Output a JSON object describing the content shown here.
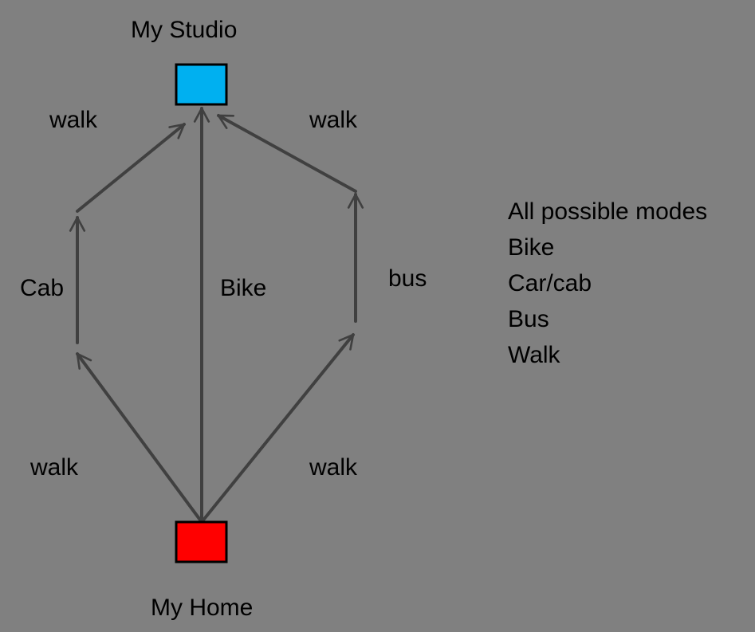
{
  "nodes": {
    "studio": {
      "label": "My Studio",
      "color": "#00B0F0"
    },
    "home": {
      "label": "My Home",
      "color": "#FF0000"
    }
  },
  "edge_labels": {
    "walk_top_left": "walk",
    "walk_top_right": "walk",
    "cab": "Cab",
    "bike": "Bike",
    "bus": "bus",
    "walk_bottom_left": "walk",
    "walk_bottom_right": "walk"
  },
  "modes": {
    "heading": "All possible modes",
    "items": [
      "Bike",
      "Car/cab",
      "Bus",
      "Walk"
    ]
  },
  "colors": {
    "background": "#808080",
    "arrow": "#404040"
  }
}
